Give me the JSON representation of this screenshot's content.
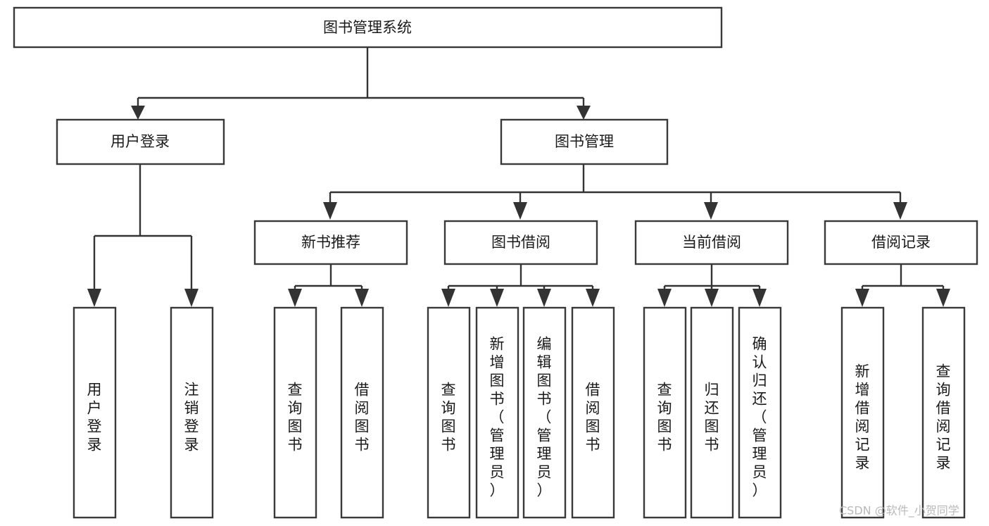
{
  "diagram": {
    "type": "tree-hierarchy",
    "title": "图书管理系统",
    "orientation": "top-down",
    "watermark": "CSDN @软件_小贺同学",
    "colors": {
      "box_stroke": "#393939",
      "connector": "#333333",
      "box_fill": "#ffffff",
      "text": "#1a1a1a",
      "watermark": "#b9b9b9",
      "background": "#ffffff"
    },
    "nodes": {
      "root": {
        "label": "图书管理系统"
      },
      "level2": [
        {
          "id": "user-login",
          "label": "用户登录"
        },
        {
          "id": "book-manage",
          "label": "图书管理"
        }
      ],
      "level3": [
        {
          "id": "new-book-recommend",
          "label": "新书推荐"
        },
        {
          "id": "book-borrow",
          "label": "图书借阅"
        },
        {
          "id": "current-borrow",
          "label": "当前借阅"
        },
        {
          "id": "borrow-record",
          "label": "借阅记录"
        }
      ],
      "leaves": {
        "user-login": [
          {
            "id": "leaf-user-login",
            "label": "用户登录"
          },
          {
            "id": "leaf-user-logout",
            "label": "注销登录"
          }
        ],
        "new-book-recommend": [
          {
            "id": "leaf-query-book-1",
            "label": "查询图书"
          },
          {
            "id": "leaf-borrow-book-1",
            "label": "借阅图书"
          }
        ],
        "book-borrow": [
          {
            "id": "leaf-query-book-2",
            "label": "查询图书"
          },
          {
            "id": "leaf-add-book",
            "label": "新增图书（管理员）"
          },
          {
            "id": "leaf-edit-book",
            "label": "编辑图书（管理员）"
          },
          {
            "id": "leaf-borrow-book-2",
            "label": "借阅图书"
          }
        ],
        "current-borrow": [
          {
            "id": "leaf-query-book-3",
            "label": "查询图书"
          },
          {
            "id": "leaf-return-book",
            "label": "归还图书"
          },
          {
            "id": "leaf-confirm-return",
            "label": "确认归还（管理员）"
          }
        ],
        "borrow-record": [
          {
            "id": "leaf-add-record",
            "label": "新增借阅记录"
          },
          {
            "id": "leaf-query-record",
            "label": "查询借阅记录"
          }
        ]
      }
    }
  }
}
